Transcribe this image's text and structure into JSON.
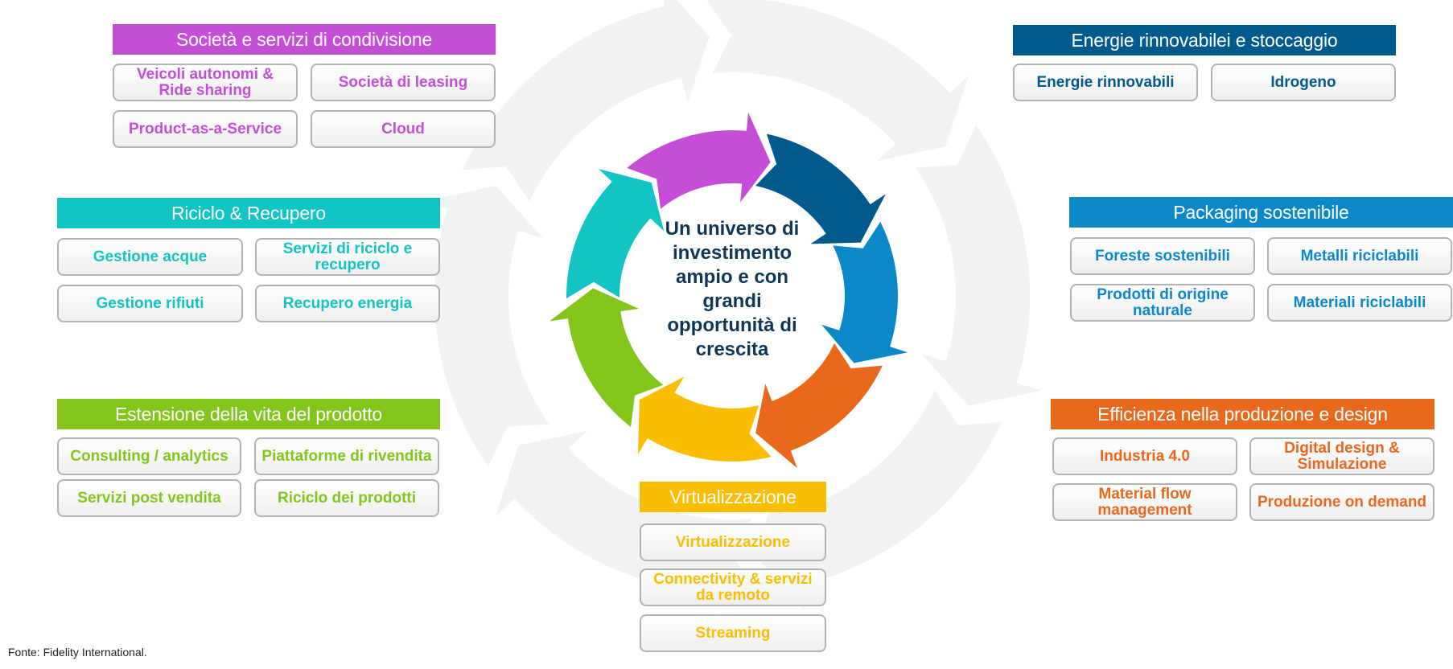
{
  "center": {
    "text": "Un universo di investimento ampio e con grandi opportunità di crescita"
  },
  "source": "Fonte: Fidelity International.",
  "colors": {
    "purple": "#c44fd6",
    "navy": "#005a8c",
    "blue": "#0a88c8",
    "orange": "#e8681c",
    "yellow": "#fbbd00",
    "green": "#83c51b",
    "teal": "#12c4c4",
    "background_ring": "#f2f2f2"
  },
  "groups": [
    {
      "id": "sharing",
      "title": "Società e servizi di condivisione",
      "color": "#c44fd6",
      "items": [
        "Veicoli autonomi & Ride sharing",
        "Società di leasing",
        "Product-as-a-Service",
        "Cloud"
      ]
    },
    {
      "id": "energy",
      "title": "Energie rinnovabilei e stoccaggio",
      "color": "#005a8c",
      "items": [
        "Energie rinnovabili",
        "Idrogeno"
      ]
    },
    {
      "id": "recycling",
      "title": "Riciclo & Recupero",
      "color": "#12c4c4",
      "items": [
        "Gestione acque",
        "Servizi di riciclo e recupero",
        "Gestione rifiuti",
        "Recupero energia"
      ]
    },
    {
      "id": "packaging",
      "title": "Packaging sostenibile",
      "color": "#0a88c8",
      "items": [
        "Foreste sostenibili",
        "Metalli riciclabili",
        "Prodotti di origine naturale",
        "Materiali riciclabili"
      ]
    },
    {
      "id": "lifecycle",
      "title": "Estensione della vita del prodotto",
      "color": "#83c51b",
      "items": [
        "Consulting / analytics",
        "Piattaforme di rivendita",
        "Servizi post vendita",
        "Riciclo dei prodotti"
      ]
    },
    {
      "id": "efficiency",
      "title": "Efficienza nella produzione e design",
      "color": "#e8681c",
      "items": [
        "Industria 4.0",
        "Digital design & Simulazione",
        "Material flow management",
        "Produzione on demand"
      ]
    },
    {
      "id": "virtual",
      "title": "Virtualizzazione",
      "color": "#fbbd00",
      "items": [
        "Virtualizzazione",
        "Connectivity & servizi da remoto",
        "Streaming"
      ]
    }
  ]
}
